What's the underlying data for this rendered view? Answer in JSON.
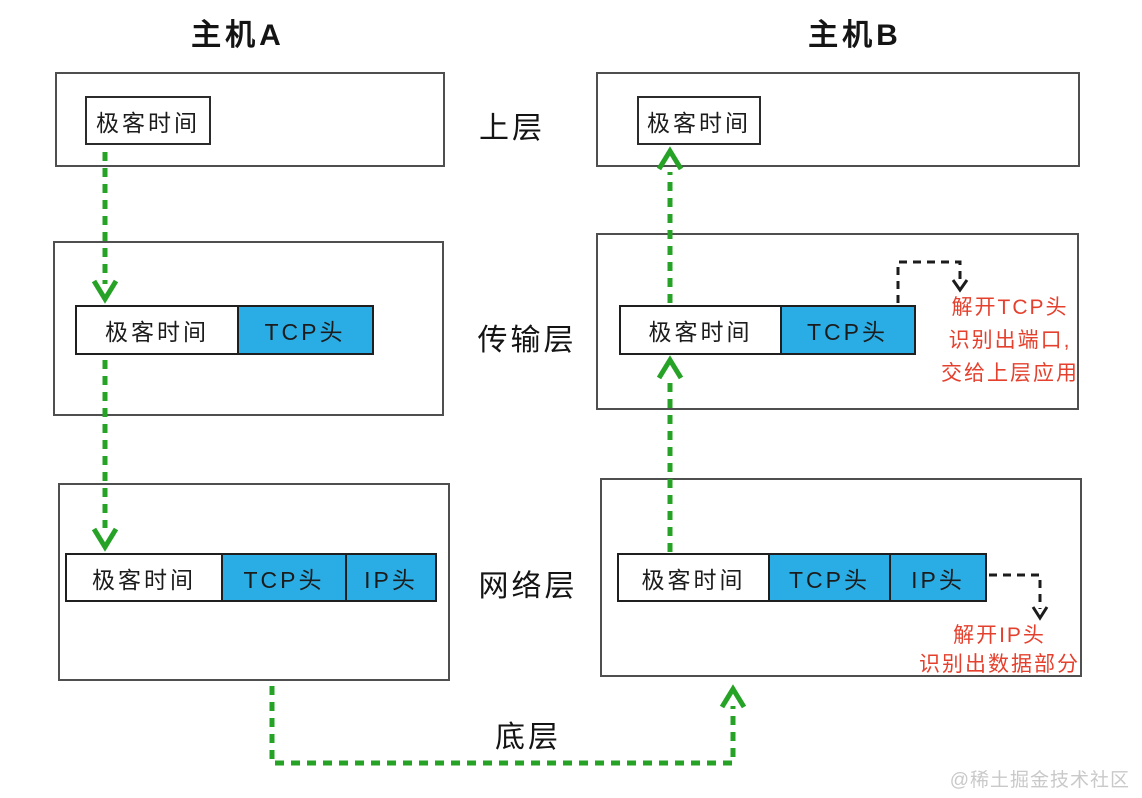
{
  "hosts": {
    "a_title": "主机A",
    "b_title": "主机B"
  },
  "layer_labels": {
    "upper": "上层",
    "transport": "传输层",
    "network": "网络层",
    "bottom": "底层"
  },
  "packet_labels": {
    "payload": "极客时间",
    "tcp_header": "TCP头",
    "ip_header": "IP头"
  },
  "notes": {
    "transport": {
      "line1": "解开TCP头",
      "line2": "识别出端口,",
      "line3": "交给上层应用"
    },
    "network": {
      "line1": "解开IP头",
      "line2": "识别出数据部分"
    }
  },
  "watermark": "@稀土掘金技术社区",
  "colors": {
    "header_fill_blue": "#2aade4",
    "flow_arrow_green": "#26a326",
    "note_red": "#e5402d"
  }
}
